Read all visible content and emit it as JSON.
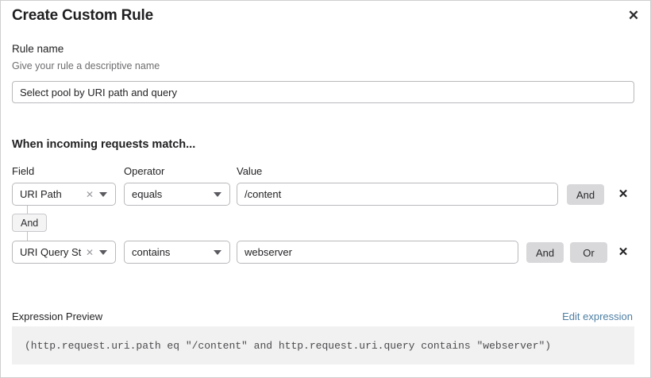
{
  "dialog": {
    "title": "Create Custom Rule",
    "close_icon": "close-icon"
  },
  "rule_name": {
    "label": "Rule name",
    "help": "Give your rule a descriptive name",
    "value": "Select pool by URI path and query",
    "placeholder": "Rule name"
  },
  "conditions": {
    "heading": "When incoming requests match...",
    "columns": {
      "field": "Field",
      "operator": "Operator",
      "value": "Value"
    },
    "connector": {
      "label": "And"
    },
    "rows": [
      {
        "field": "URI Path",
        "operator": "equals",
        "value": "/content",
        "value_placeholder": "Enter value",
        "clear_icon": "clear-x-icon",
        "caret_icon": "chevron-down-icon",
        "and_label": "And",
        "or_label": "",
        "delete_icon": "delete-row-icon"
      },
      {
        "field": "URI Query St...",
        "operator": "contains",
        "value": "webserver",
        "value_placeholder": "Enter value",
        "clear_icon": "clear-x-icon",
        "caret_icon": "chevron-down-icon",
        "and_label": "And",
        "or_label": "Or",
        "delete_icon": "delete-row-icon"
      }
    ]
  },
  "expression": {
    "label": "Expression Preview",
    "edit_link": "Edit expression",
    "text": "(http.request.uri.path eq \"/content\" and http.request.uri.query contains \"webserver\")"
  },
  "colors": {
    "link": "#4d7fa3",
    "button_gray": "#d8d8da",
    "preview_bg": "#f1f1f1",
    "border": "#b9b9bd"
  }
}
